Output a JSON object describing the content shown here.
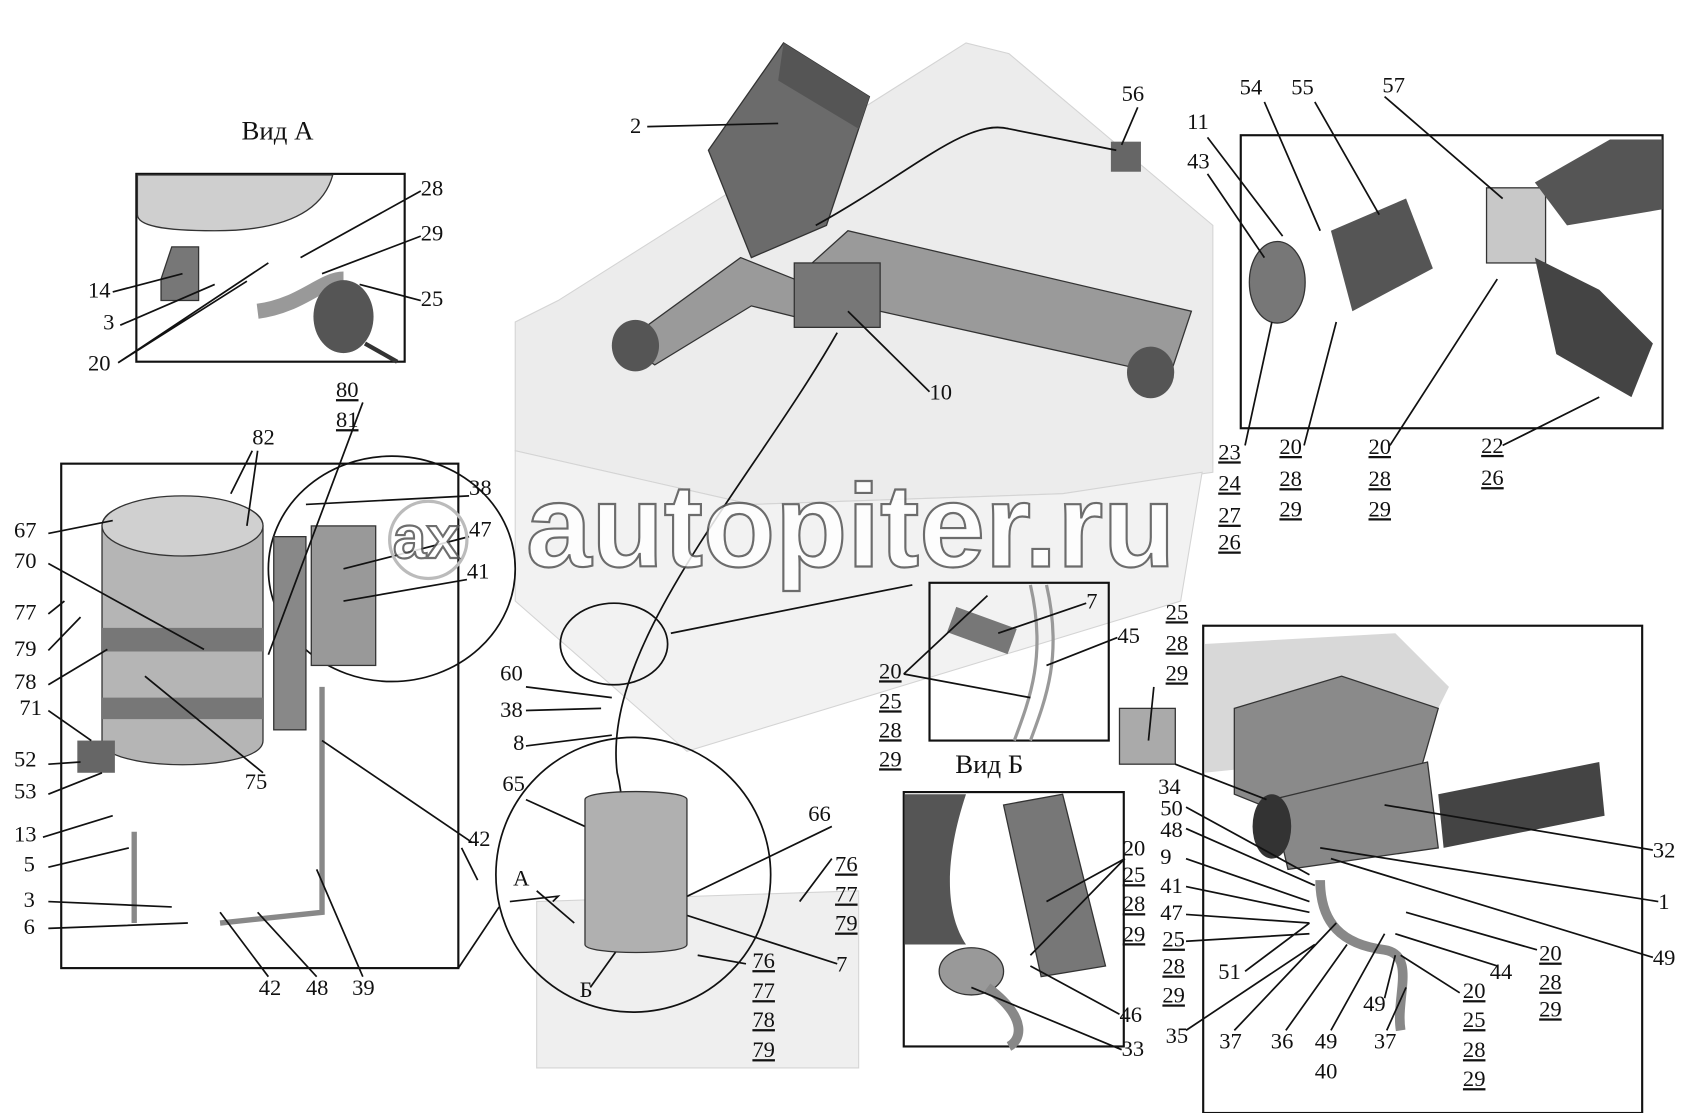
{
  "views": {
    "view_a": "Вид А",
    "view_b": "Вид Б"
  },
  "watermark": {
    "logo": "ax",
    "text": "autopiter.ru"
  },
  "callouts": {
    "va": [
      "28",
      "29",
      "25",
      "14",
      "3",
      "20"
    ],
    "left": [
      "80",
      "81",
      "82",
      "38",
      "67",
      "47",
      "70",
      "41",
      "77",
      "79",
      "78",
      "71",
      "52",
      "53",
      "75",
      "42",
      "13",
      "5",
      "3",
      "6",
      "42",
      "48",
      "39"
    ],
    "center": [
      "2",
      "56",
      "10",
      "60",
      "38",
      "8",
      "65",
      "66",
      "76",
      "77",
      "79",
      "А",
      "Б",
      "7",
      "76",
      "77",
      "78",
      "79"
    ],
    "topright": [
      "54",
      "55",
      "57",
      "11",
      "43",
      "23",
      "24",
      "27",
      "26",
      "20",
      "28",
      "29",
      "20",
      "28",
      "29",
      "22",
      "26"
    ],
    "vb": [
      "7",
      "45",
      "20",
      "25",
      "28",
      "29"
    ],
    "right": [
      "25",
      "28",
      "29",
      "34",
      "50",
      "48",
      "9",
      "41",
      "47",
      "25",
      "28",
      "29",
      "32",
      "1",
      "49",
      "20",
      "28",
      "29",
      "44",
      "51",
      "35",
      "37",
      "36",
      "49",
      "40",
      "49",
      "37",
      "20",
      "25",
      "28",
      "29"
    ],
    "detail": [
      "20",
      "25",
      "28",
      "29",
      "46",
      "33"
    ]
  }
}
